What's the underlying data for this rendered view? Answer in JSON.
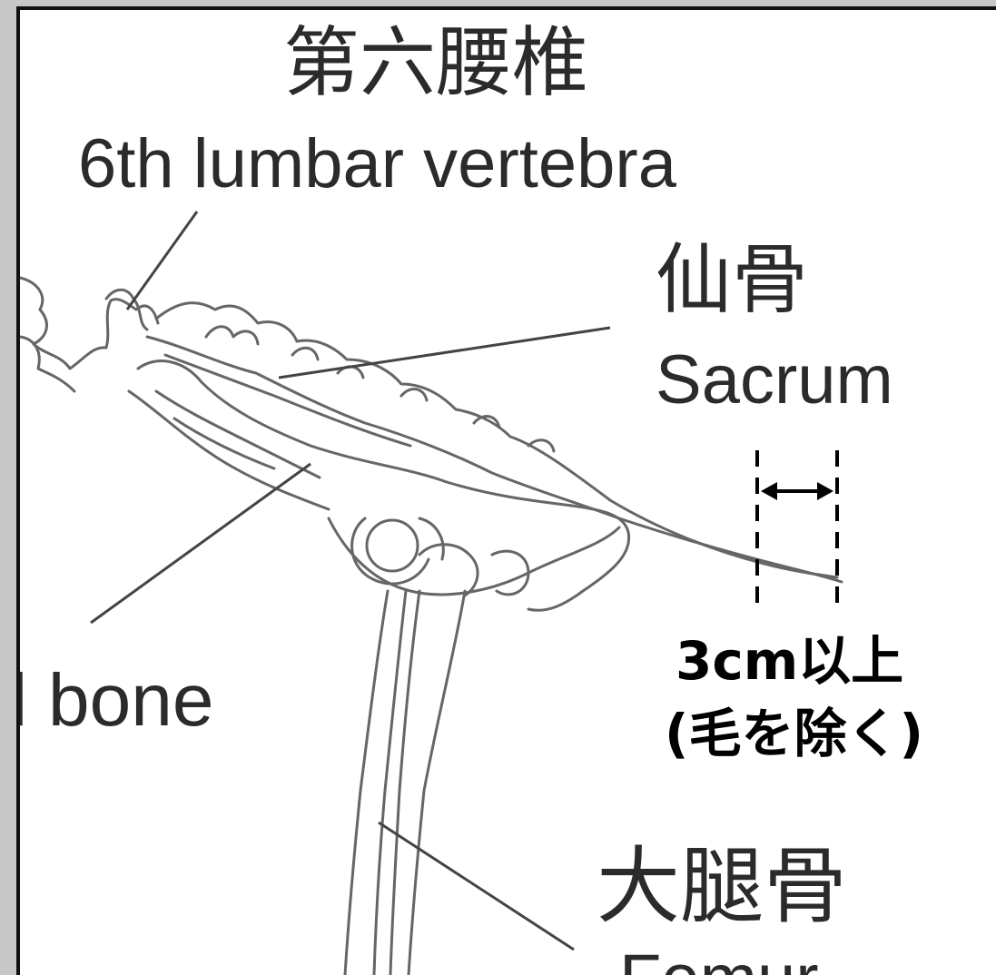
{
  "labels": {
    "lumbar_jp": "第六腰椎",
    "lumbar_en": "6th lumbar vertebra",
    "sacrum_jp": "仙骨",
    "sacrum_en": "Sacrum",
    "ilium_partial_en": "l bone",
    "length_value": "3cm以上",
    "length_note": "(毛を除く)",
    "femur_jp": "大腿骨",
    "femur_en": "Femur"
  },
  "colors": {
    "background": "#c8c8c8",
    "panel": "#ffffff",
    "frame_border": "#111111",
    "line_art": "#555555",
    "label_text": "#2b2b2b",
    "measure": "#000000"
  }
}
